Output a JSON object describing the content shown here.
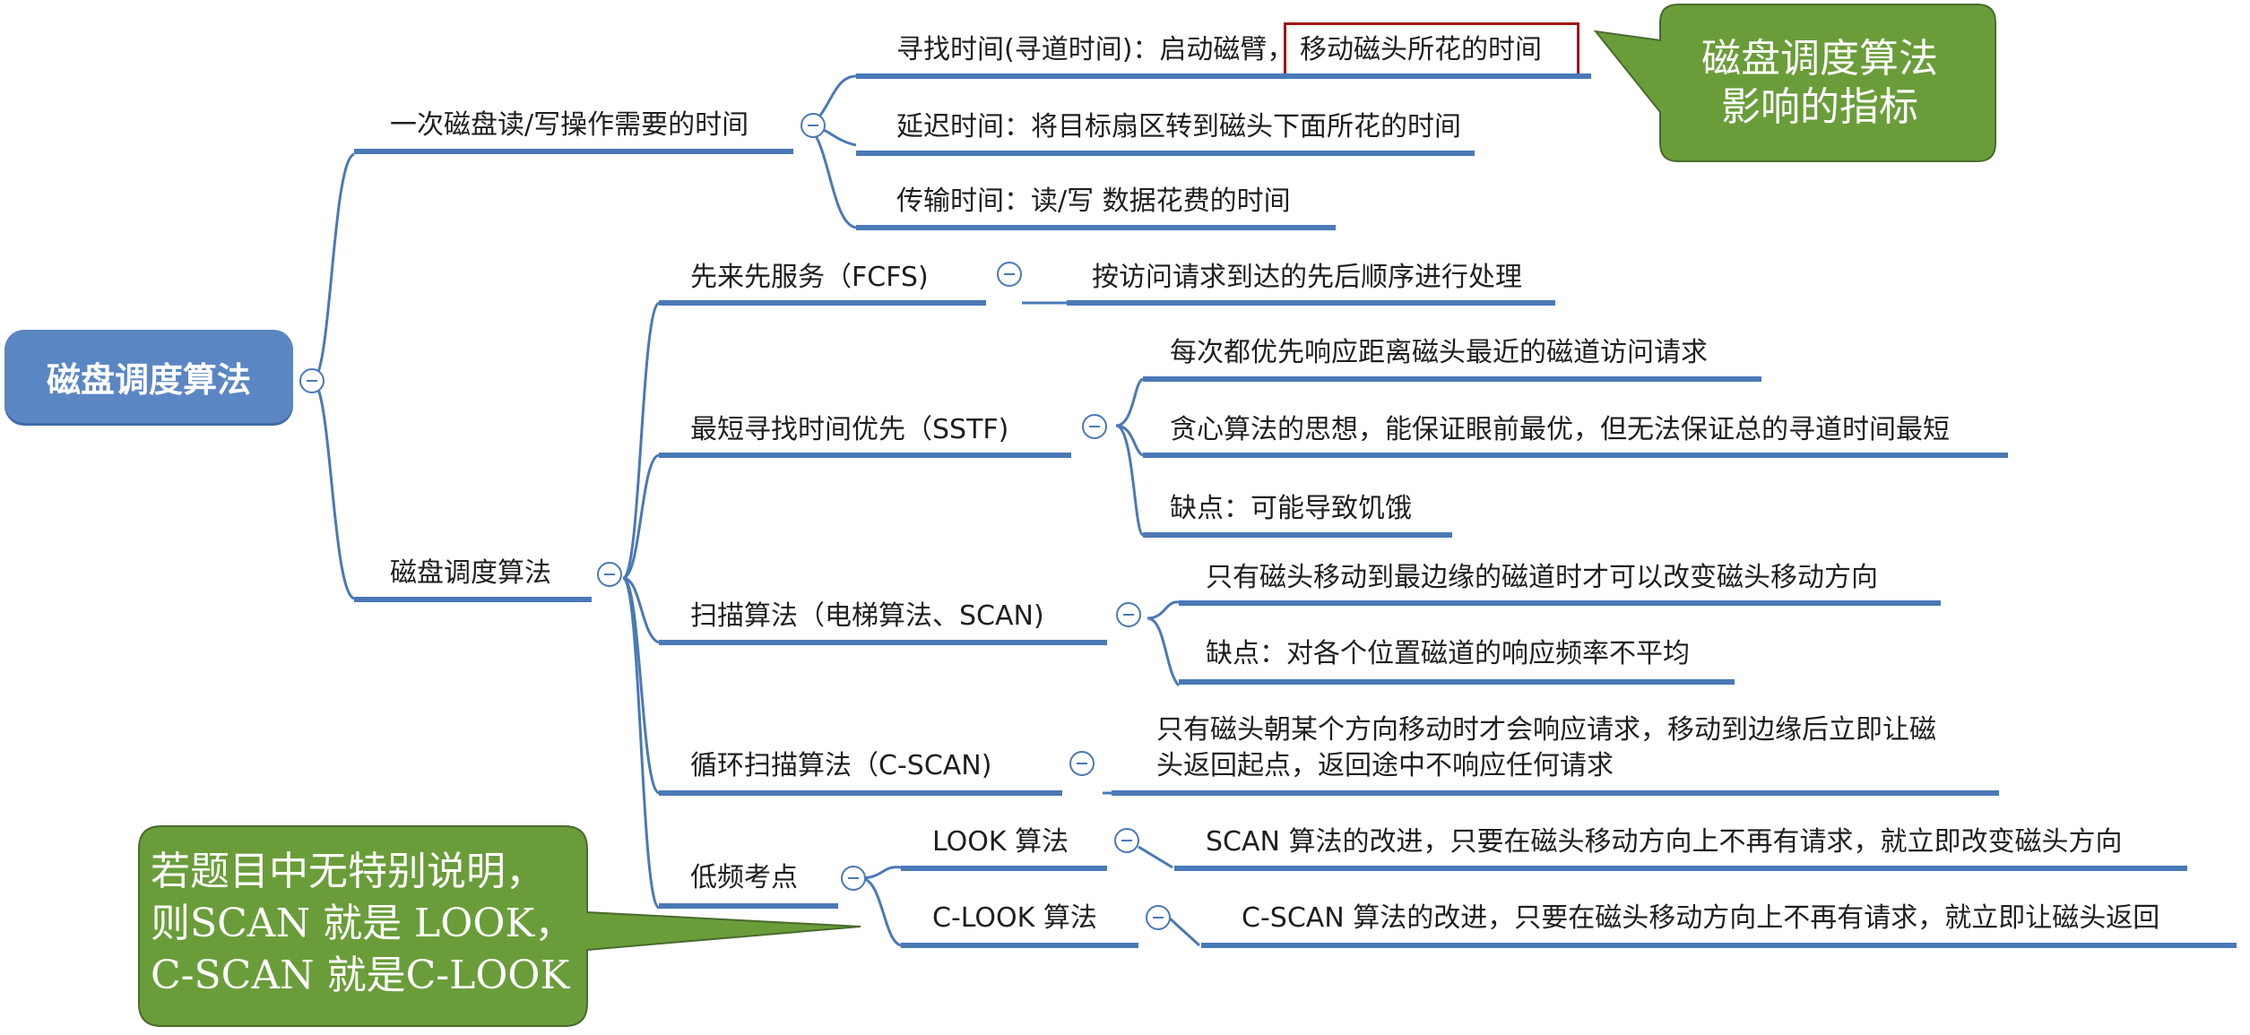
{
  "root": {
    "label": "磁盘调度算法"
  },
  "branches": {
    "time": {
      "label": "一次磁盘读/写操作需要的时间",
      "items": {
        "seek_a": "寻找时间(寻道时间)：启动磁臂，",
        "seek_b": "移动磁头所花的时间",
        "latency": "延迟时间：将目标扇区转到磁头下面所花的时间",
        "transfer": "传输时间：读/写 数据花费的时间"
      }
    },
    "algorithms": {
      "label": "磁盘调度算法",
      "fcfs": {
        "label": "先来先服务（FCFS)",
        "desc": "按访问请求到达的先后顺序进行处理"
      },
      "sstf": {
        "label": "最短寻找时间优先（SSTF)",
        "d1": "每次都优先响应距离磁头最近的磁道访问请求",
        "d2": "贪心算法的思想，能保证眼前最优，但无法保证总的寻道时间最短",
        "d3": "缺点：可能导致饥饿"
      },
      "scan": {
        "label": "扫描算法（电梯算法、SCAN)",
        "d1": "只有磁头移动到最边缘的磁道时才可以改变磁头移动方向",
        "d2": "缺点：对各个位置磁道的响应频率不平均"
      },
      "cscan": {
        "label": "循环扫描算法（C-SCAN)",
        "d1": "只有磁头朝某个方向移动时才会响应请求，移动到边缘后立即让磁",
        "d2": "头返回起点，返回途中不响应任何请求"
      },
      "low": {
        "label": "低频考点",
        "look": {
          "label": "LOOK 算法",
          "desc": "SCAN 算法的改进，只要在磁头移动方向上不再有请求，就立即改变磁头方向"
        },
        "clook": {
          "label": "C-LOOK 算法",
          "desc": "C-SCAN 算法的改进，只要在磁头移动方向上不再有请求，就立即让磁头返回"
        }
      }
    }
  },
  "callouts": {
    "metrics": {
      "line1": "磁盘调度算法",
      "line2": "影响的指标"
    },
    "note": {
      "line1": "若题目中无特别说明，",
      "line2": "则SCAN 就是 LOOK，",
      "line3": " C-SCAN 就是C-LOOK"
    }
  },
  "colors": {
    "line": "#4a79b7",
    "root": "#5b86c4",
    "callout": "#6a9d3a",
    "highlight": "#a31515"
  }
}
